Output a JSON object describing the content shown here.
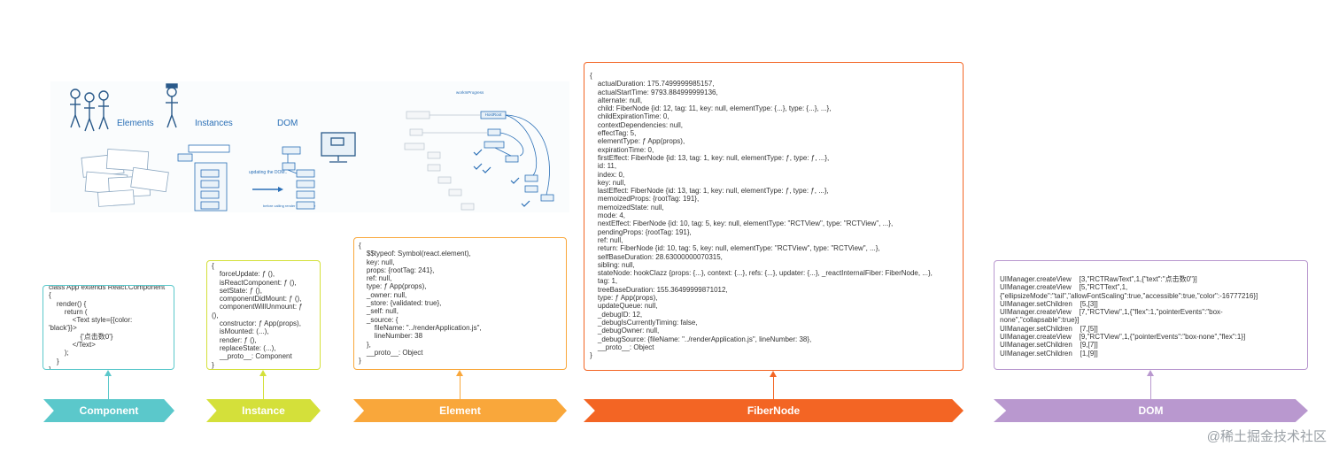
{
  "illustration": {
    "labels": [
      "Elements",
      "Instances",
      "DOM"
    ],
    "updating_note": "updating the DOM..",
    "before_note": "before calling render on this node",
    "work_label": "workInProgress",
    "host_root": "HostRoot"
  },
  "stages": [
    {
      "name": "Component",
      "color": "#5bc8cb",
      "code": "class App extends React.Component\n{\n    render() {\n        return (\n            <Text style={{color:\n'black'}}>\n                {'点击数0'}\n            </Text>\n        );\n    }\n}"
    },
    {
      "name": "Instance",
      "color": "#d4e03a",
      "code": "{\n    forceUpdate: ƒ (),\n    isReactComponent: ƒ (),\n    setState: ƒ (),\n    componentDidMount: ƒ (),\n    componentWillUnmount: ƒ\n(),\n    constructor: ƒ App(props),\n    isMounted: (...),\n    render: ƒ (),\n    replaceState: (...),\n    __proto__: Component\n}"
    },
    {
      "name": "Element",
      "color": "#f9a73b",
      "code": "{\n    $$typeof: Symbol(react.element),\n    key: null,\n    props: {rootTag: 241},\n    ref: null,\n    type: ƒ App(props),\n    _owner: null,\n    _store: {validated: true},\n    _self: null,\n    _source: {\n        fileName: \"../renderApplication.js\",\n        lineNumber: 38\n    },\n    __proto__: Object\n}"
    },
    {
      "name": "FiberNode",
      "color": "#f36524",
      "code": "{\n    actualDuration: 175.7499999985157,\n    actualStartTime: 9793.884999999136,\n    alternate: null,\n    child: FiberNode {id: 12, tag: 11, key: null, elementType: {...}, type: {...}, ...},\n    childExpirationTime: 0,\n    contextDependencies: null,\n    effectTag: 5,\n    elementType: ƒ App(props),\n    expirationTime: 0,\n    firstEffect: FiberNode {id: 13, tag: 1, key: null, elementType: ƒ, type: ƒ, ...},\n    id: 11,\n    index: 0,\n    key: null,\n    lastEffect: FiberNode {id: 13, tag: 1, key: null, elementType: ƒ, type: ƒ, ...},\n    memoizedProps: {rootTag: 191},\n    memoizedState: null,\n    mode: 4,\n    nextEffect: FiberNode {id: 10, tag: 5, key: null, elementType: \"RCTView\", type: \"RCTView\", ...},\n    pendingProps: {rootTag: 191},\n    ref: null,\n    return: FiberNode {id: 10, tag: 5, key: null, elementType: \"RCTView\", type: \"RCTView\", ...},\n    selfBaseDuration: 28.63000000070315,\n    sibling: null,\n    stateNode: hookClazz {props: {...}, context: {...}, refs: {...}, updater: {...}, _reactInternalFiber: FiberNode, ...},\n    tag: 1,\n    treeBaseDuration: 155.36499999871012,\n    type: ƒ App(props),\n    updateQueue: null,\n    _debugID: 12,\n    _debugIsCurrentlyTiming: false,\n    _debugOwner: null,\n    _debugSource: {fileName: \"../renderApplication.js\", lineNumber: 38},\n    __proto__: Object\n}"
    },
    {
      "name": "DOM",
      "color": "#b998cf",
      "code": "UIManager.createView    [3,\"RCTRawText\",1,{\"text\":\"点击数0\"}]\nUIManager.createView    [5,\"RCTText\",1,\n{\"ellipsizeMode\":\"tail\",\"allowFontScaling\":true,\"accessible\":true,\"color\":-16777216}]\nUIManager.setChildren    [5,[3]]\nUIManager.createView    [7,\"RCTView\",1,{\"flex\":1,\"pointerEvents\":\"box-\nnone\",\"collapsable\":true}]\nUIManager.setChildren    [7,[5]]\nUIManager.createView    [9,\"RCTView\",1,{\"pointerEvents\":\"box-none\",\"flex\":1}]\nUIManager.setChildren    [9,[7]]\nUIManager.setChildren    [1,[9]]"
    }
  ],
  "watermark": "@稀土掘金技术社区"
}
